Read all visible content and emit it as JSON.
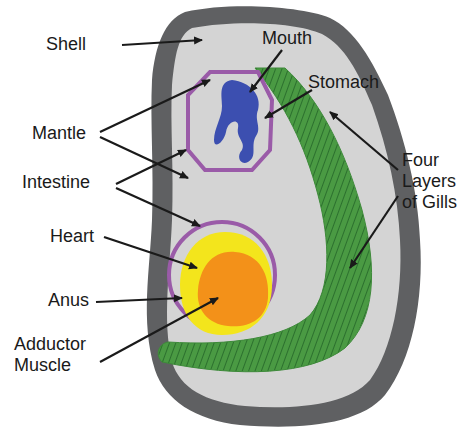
{
  "diagram": {
    "labels": [
      "Shell",
      "Mouth",
      "Stomach",
      "Mantle",
      "Intestine",
      "Heart",
      "Anus",
      "Adductor Muscle",
      "Four Layers of Gills"
    ]
  }
}
